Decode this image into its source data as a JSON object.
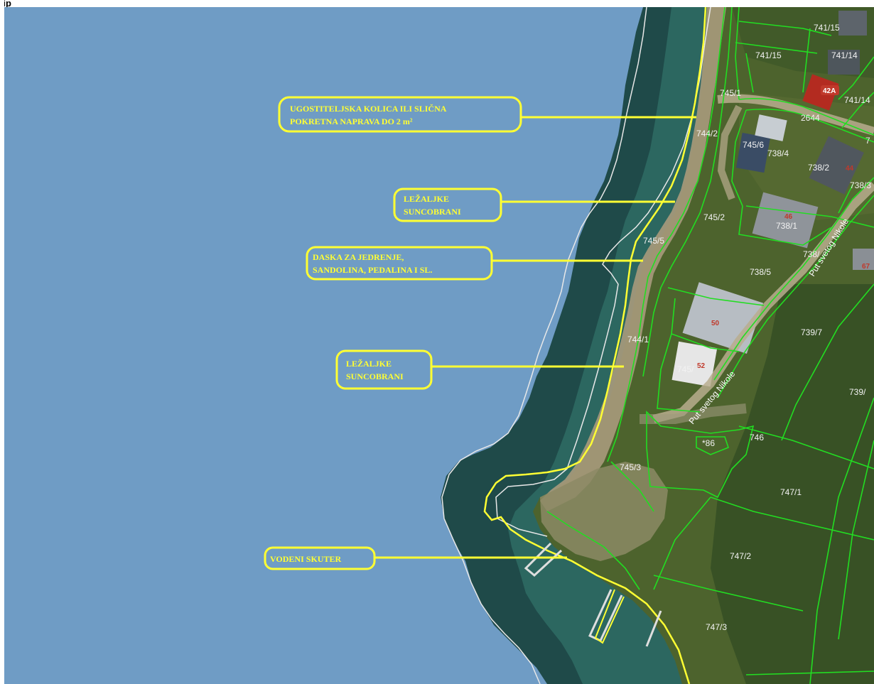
{
  "page_header": "tip",
  "colors": {
    "sea": "#6f9cc5",
    "shallow_water": "#1e4a48",
    "land": "#4a5f2c",
    "beach": "#a89a7c",
    "parcel_line": "#22dd22",
    "coast_line": "#e6e6e6",
    "zone_line": "#ffff33",
    "house_badge": "#c0392b"
  },
  "callouts": [
    {
      "id": "kiosk",
      "lines": [
        "UGOSTITELJSKA KOLICA ILI SLIČNA",
        "POKRETNA NAPRAVA DO 2 m²"
      ]
    },
    {
      "id": "sunbeds-north",
      "lines": [
        "LEŽALJKE",
        "SUNCOBRANI"
      ]
    },
    {
      "id": "watersports",
      "lines": [
        "DASKA ZA JEDRENJE,",
        "SANDOLINA, PEDALINA I SL."
      ]
    },
    {
      "id": "sunbeds-south",
      "lines": [
        "LEŽALJKE",
        "SUNCOBRANI"
      ]
    },
    {
      "id": "jetski",
      "lines": [
        "VODENI SKUTER"
      ]
    }
  ],
  "parcels": [
    "741/15",
    "741/15",
    "741/14",
    "741/14",
    "745/1",
    "2644",
    "744/2",
    "745/6",
    "738/4",
    "738/2",
    "738/3",
    "745/2",
    "738/1",
    "745/5",
    "738/",
    "738/5",
    "739/7",
    "744/1",
    "745/",
    "739/",
    "746",
    "*86",
    "745/3",
    "747/1",
    "747/2",
    "747/3",
    "7"
  ],
  "house_numbers": [
    "42A",
    "44",
    "46",
    "67",
    "50",
    "52"
  ],
  "streets": [
    "Put svetog Nikole",
    "Put svetog Nikole"
  ]
}
